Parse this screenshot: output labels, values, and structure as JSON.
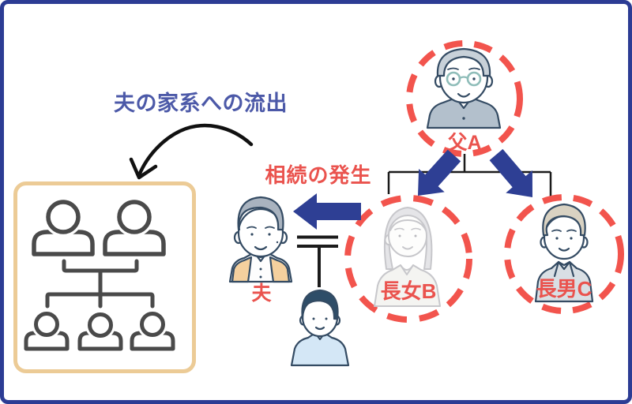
{
  "frame": {
    "background": "#ffffff",
    "border_color": "#2c3c94"
  },
  "labels": {
    "outflow_title": "夫の家系への流出",
    "inheritance_caption": "相続の発生",
    "father": "父A",
    "eldest_daughter": "長女B",
    "eldest_son": "長男C",
    "husband": "夫"
  },
  "colors": {
    "title_blue": "#4c59a8",
    "label_red": "#ea534e",
    "dashed_circle_red": "#f2544d",
    "arrow_navy": "#2e3f94",
    "family_box_border": "#eccb96",
    "pictogram_gray": "#4a4a4a",
    "connector_black": "#1b1b1b",
    "curved_arrow_black": "#111111"
  }
}
